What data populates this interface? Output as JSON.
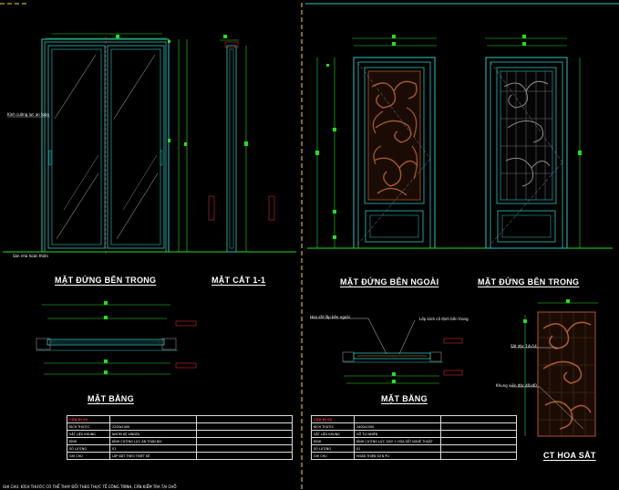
{
  "titles": {
    "elev_in_left": "MẶT ĐỨNG BÊN TRONG",
    "section": "MẶT CẮT 1-1",
    "elev_out": "MẶT ĐỨNG BÊN NGOÀI",
    "elev_in_right": "MẶT ĐỨNG BÊN TRONG",
    "plan_left": "MẶT BẰNG",
    "plan_right": "MẶT BẰNG",
    "detail": "CT HOA SẮT"
  },
  "notes": {
    "glass": "Kính cường lực an toàn",
    "floor": "Sàn nhà hoàn thiện",
    "plan_a": "Hoa sắt lắp bên ngoài",
    "plan_b": "Lớp kính cố định bên trong",
    "iron": "Sắt đặc 14x14",
    "frame": "Khung viền đặc 40x40",
    "bottom": "GHI CHÚ: KÍCH THƯỚC CÓ THỂ THAY ĐỔI THEO THỰC TẾ CÔNG TRÌNH, CẦN KIỂM TRA TẠI CHỖ"
  },
  "tables": {
    "left": {
      "header": "CỬA ĐI 01",
      "rows": [
        [
          "KÍCH THƯỚC",
          "2200x1400"
        ],
        [
          "VẬT LIỆU KHUNG",
          "NHÔM HỆ XINGFA"
        ],
        [
          "KÍNH",
          "KÍNH CƯỜNG LỰC AN TOÀN 8LY"
        ],
        [
          "SỐ LƯỢNG",
          "01"
        ],
        [
          "GHI CHÚ",
          "LẮP ĐẶT THEO THIẾT KẾ"
        ]
      ]
    },
    "right": {
      "header": "CỬA ĐI 02",
      "rows": [
        [
          "KÍCH THƯỚC",
          "2400x1000"
        ],
        [
          "VẬT LIỆU KHUNG",
          "GỖ TỰ NHIÊN"
        ],
        [
          "KÍNH",
          "KÍNH CƯỜNG LỰC 10LY + HOA SẮT NGHỆ THUẬT"
        ],
        [
          "SỐ LƯỢNG",
          "01"
        ],
        [
          "GHI CHÚ",
          "HOÀN THIỆN SƠN PU"
        ]
      ]
    }
  },
  "colors": {
    "frame": "#2ec4c0",
    "hatch": "#8a8a8a",
    "dim": "#20e020",
    "iron": "#a8582a",
    "red": "#ff3030",
    "yellow": "#f0e020"
  }
}
